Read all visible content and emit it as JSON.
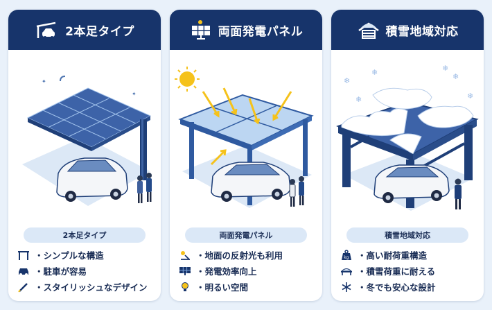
{
  "colors": {
    "navy": "#17346b",
    "panel": "#5b86c6",
    "sky": "#e9f1fa",
    "accent_yellow": "#f5c21b"
  },
  "cards": [
    {
      "title": "2本足タイプ",
      "header_icon": "carport-icon",
      "label": "2本足タイプ",
      "features": [
        {
          "icon": "carport-frame-icon",
          "text": "・シンプルな構造"
        },
        {
          "icon": "car-icon",
          "text": "・駐車が容易"
        },
        {
          "icon": "pencil-ruler-icon",
          "text": "・スタイリッシュなデザイン"
        }
      ]
    },
    {
      "title": "両面発電パネル",
      "header_icon": "solar-panel-sun-icon",
      "label": "両面発電パネル",
      "features": [
        {
          "icon": "sun-reflect-icon",
          "text": "・地面の反射光も利用"
        },
        {
          "icon": "solar-panel-icon",
          "text": "・発電効率向上"
        },
        {
          "icon": "lightbulb-icon",
          "text": "・明るい空間"
        }
      ]
    },
    {
      "title": "積雪地域対応",
      "header_icon": "snow-roof-icon",
      "label": "積雪地域対応",
      "features": [
        {
          "icon": "weight-kg-icon",
          "text": "・高い耐荷重構造"
        },
        {
          "icon": "snow-load-icon",
          "text": "・積雪荷重に耐える"
        },
        {
          "icon": "snowflake-icon",
          "text": "・冬でも安心な設計"
        }
      ]
    }
  ]
}
